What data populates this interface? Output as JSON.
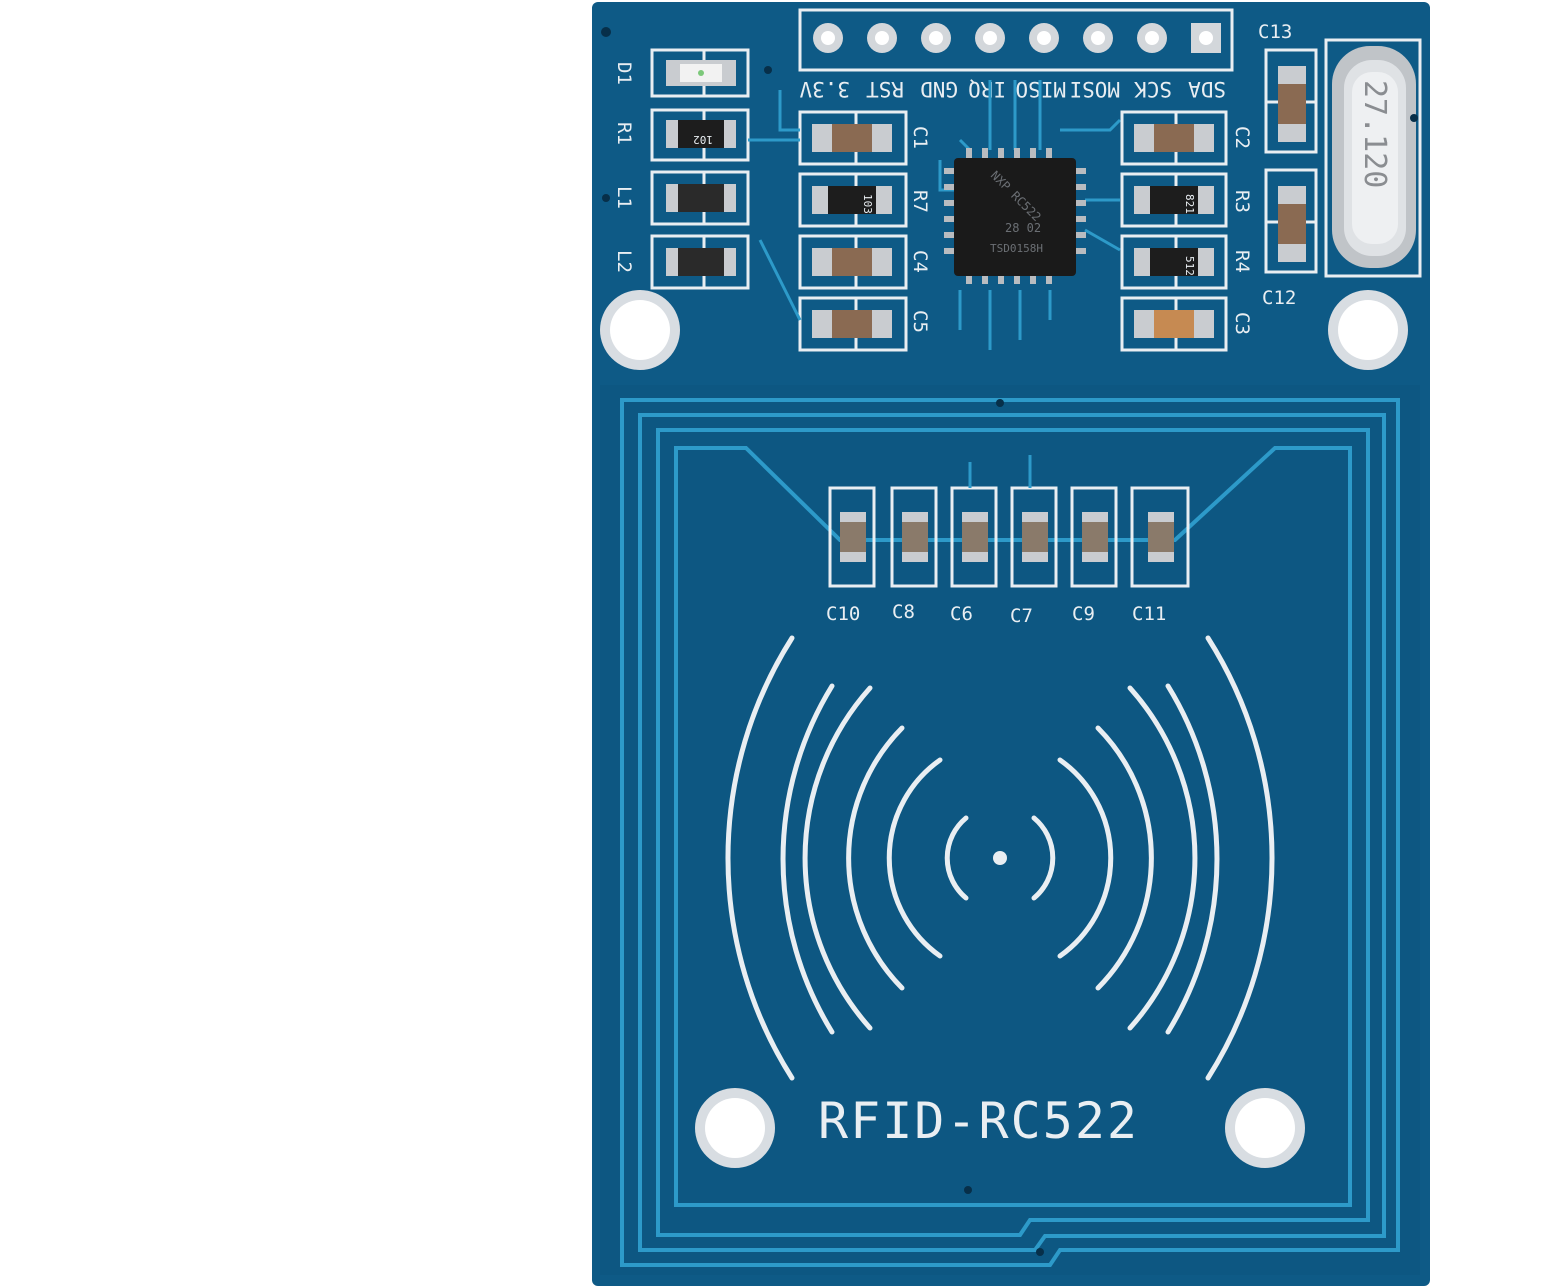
{
  "colors": {
    "background": "#ffffff",
    "board": "#0e5a86",
    "board_dark": "#0a4a70",
    "trace": "#2d9ac9",
    "silkscreen": "#e9eef2",
    "pad": "#c9ccd0",
    "chip": "#1a1a1a"
  },
  "board": {
    "title": "RFID-RC522",
    "pin_labels": [
      "SDA",
      "SCK",
      "MOSI",
      "MISO",
      "IRQ",
      "GND",
      "RST",
      "3.3V"
    ],
    "component_labels": {
      "d1": "D1",
      "r1": "R1",
      "l1": "L1",
      "l2": "L2",
      "c1": "C1",
      "r7": "R7",
      "c4": "C4",
      "c5": "C5",
      "c2": "C2",
      "r3": "R3",
      "r4": "R4",
      "c3": "C3",
      "c13": "C13",
      "c12": "C12",
      "c10": "C10",
      "c8": "C8",
      "c6": "C6",
      "c7": "C7",
      "c9": "C9",
      "c11": "C11"
    },
    "resistor_marks": {
      "r1": "102",
      "r7": "103",
      "r3": "821",
      "r4": "512"
    },
    "crystal_marking": "27.120",
    "chip_marking": [
      "NXP RC522",
      "28 02",
      "TSD0158H"
    ]
  }
}
